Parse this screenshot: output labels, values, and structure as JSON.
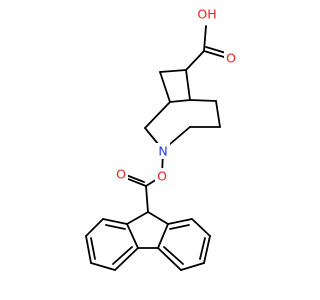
{
  "diagram": {
    "kind": "skeletal-structure",
    "atom_labels": {
      "hydroxyl": "OH",
      "carbonyl_acid": "O",
      "nitrogen": "N",
      "ester_oxygen": "O",
      "carbonyl_ester": "O"
    },
    "colors": {
      "bond": "#000000",
      "oxygen": "#e8231a",
      "nitrogen": "#2a3bd6",
      "background": "#ffffff"
    }
  }
}
